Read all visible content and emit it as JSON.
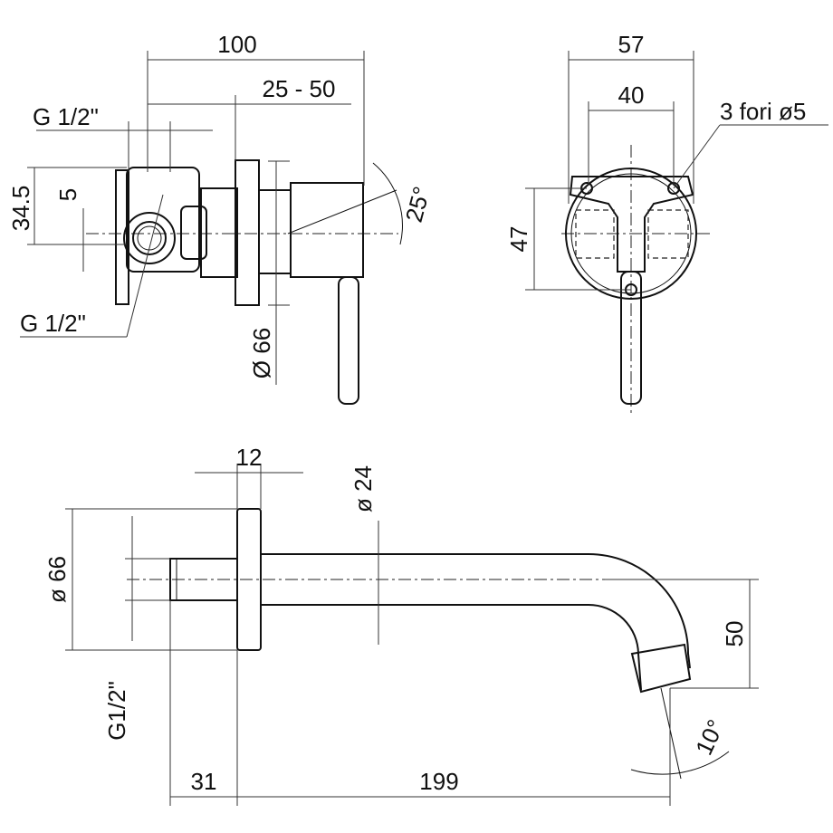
{
  "dimensions": {
    "side_top": {
      "total_depth": "100",
      "adjust_range": "25 - 50",
      "inlet_thread_top": "G 1/2\"",
      "inlet_thread_bottom": "G 1/2\"",
      "height": "34.5",
      "offset": "5",
      "flange_diameter": "Ø 66",
      "lever_angle": "25°"
    },
    "front": {
      "outer_width": "57",
      "hole_spacing": "40",
      "holes": "3 fori ø5",
      "height": "47"
    },
    "spout": {
      "flange_thickness": "12",
      "tube_diameter": "ø 24",
      "flange_diameter": "ø 66",
      "thread": "G1/2\"",
      "drop": "50",
      "angle": "10°",
      "stub_length": "31",
      "projection": "199"
    }
  },
  "colors": {
    "line": "#111111",
    "background": "#ffffff"
  }
}
